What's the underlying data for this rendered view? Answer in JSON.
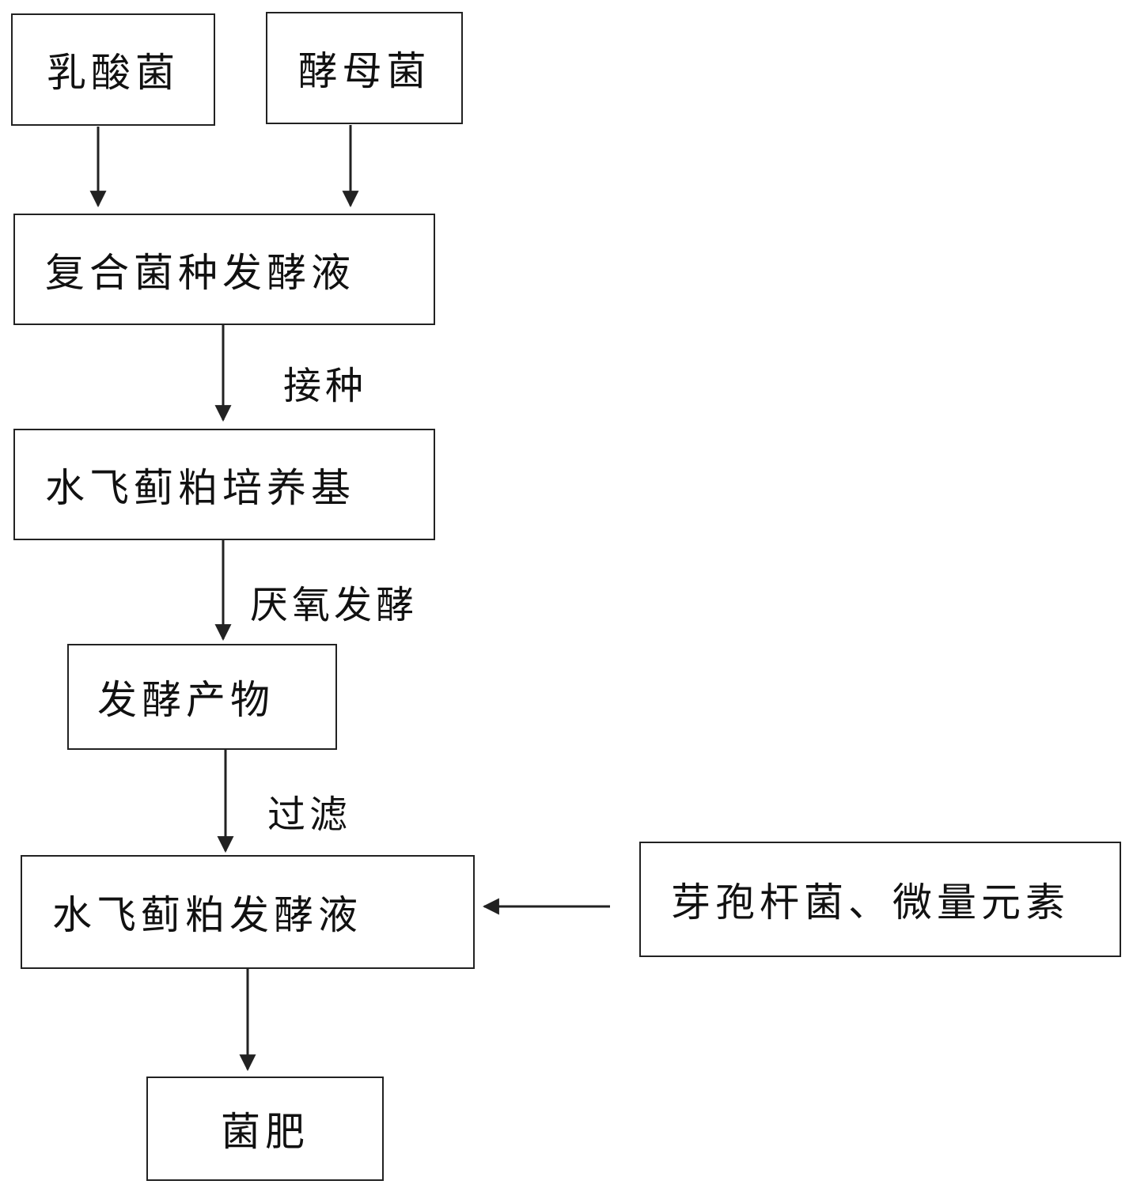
{
  "nodes": {
    "lactic_acid_bacteria": "乳酸菌",
    "yeast": "酵母菌",
    "compound_starter_broth": "复合菌种发酵液",
    "medium": "水飞蓟粕培养基",
    "fermentation_product": "发酵产物",
    "fermentation_broth": "水飞蓟粕发酵液",
    "additives": "芽孢杆菌、微量元素",
    "bio_fertilizer": "菌肥"
  },
  "edge_labels": {
    "inoculation": "接种",
    "anaerobic_fermentation": "厌氧发酵",
    "filtration": "过滤"
  }
}
